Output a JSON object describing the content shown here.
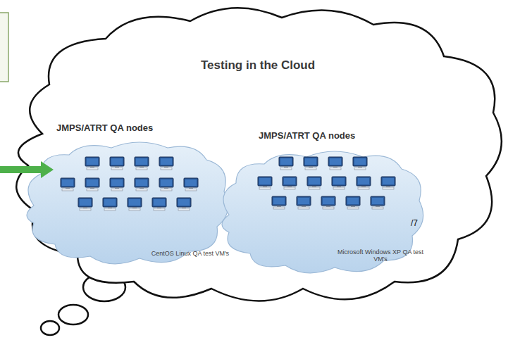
{
  "diagram": {
    "nodes": [
      {
        "text": [
          "Testing in the Cloud"
        ]
      },
      {
        "text": [
          "JMPS/ATRT QA nodes",
          "CentOS Linux QA test VM's"
        ],
        "in": 0
      },
      {
        "text": [
          "JMPS/ATRT QA nodes",
          "Microsoft Windows XP QA test VM's"
        ],
        "in": 0
      }
    ],
    "labels": [
      "/7"
    ]
  }
}
